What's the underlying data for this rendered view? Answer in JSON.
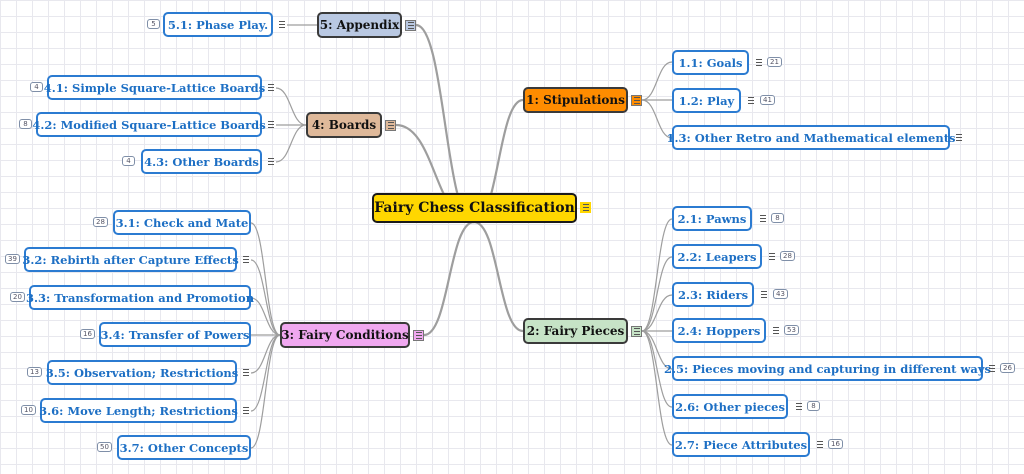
{
  "root": {
    "label": "Fairy Chess Classification"
  },
  "colors": {
    "root": "#ffd700",
    "stipulations": "#ff8c00",
    "fairy_pieces": "#c6e3c6",
    "fairy_conditions": "#f0a8f0",
    "boards": "#dfb99a",
    "appendix": "#b9c8e2",
    "leaf_border": "#2b7bd1",
    "leaf_text": "#1d6fc4",
    "connector": "#9e9e9e"
  },
  "branches": {
    "stipulations": {
      "label": "1: Stipulations",
      "children": [
        {
          "label": "1.1: Goals",
          "count": "21"
        },
        {
          "label": "1.2: Play",
          "count": "41"
        },
        {
          "label": "1.3: Other Retro and Mathematical elements",
          "count": ""
        }
      ]
    },
    "fairy_pieces": {
      "label": "2: Fairy Pieces",
      "children": [
        {
          "label": "2.1: Pawns",
          "count": "8"
        },
        {
          "label": "2.2: Leapers",
          "count": "28"
        },
        {
          "label": "2.3: Riders",
          "count": "43"
        },
        {
          "label": "2.4: Hoppers",
          "count": "53"
        },
        {
          "label": "2.5: Pieces moving and capturing in different ways",
          "count": "26"
        },
        {
          "label": "2.6: Other pieces",
          "count": "8"
        },
        {
          "label": "2.7: Piece Attributes",
          "count": "16"
        }
      ]
    },
    "fairy_conditions": {
      "label": "3: Fairy Conditions",
      "children": [
        {
          "label": "3.1: Check and Mate",
          "count": "28"
        },
        {
          "label": "3.2: Rebirth after Capture Effects",
          "count": "39"
        },
        {
          "label": "3.3: Transformation and Promotion",
          "count": "20"
        },
        {
          "label": "3.4: Transfer of Powers",
          "count": "16"
        },
        {
          "label": "3.5: Observation; Restrictions",
          "count": "13"
        },
        {
          "label": "3.6: Move Length; Restrictions",
          "count": "10"
        },
        {
          "label": "3.7: Other Concepts",
          "count": "50"
        }
      ]
    },
    "boards": {
      "label": "4: Boards",
      "children": [
        {
          "label": "4.1: Simple Square-Lattice Boards",
          "count": "4"
        },
        {
          "label": "4.2: Modified Square-Lattice Boards",
          "count": "8"
        },
        {
          "label": "4.3: Other Boards",
          "count": "4"
        }
      ]
    },
    "appendix": {
      "label": "5: Appendix",
      "children": [
        {
          "label": "5.1: Phase Play.",
          "count": "5"
        }
      ]
    }
  },
  "icons": {
    "note": "notes-icon",
    "expand": "expand-icon"
  }
}
